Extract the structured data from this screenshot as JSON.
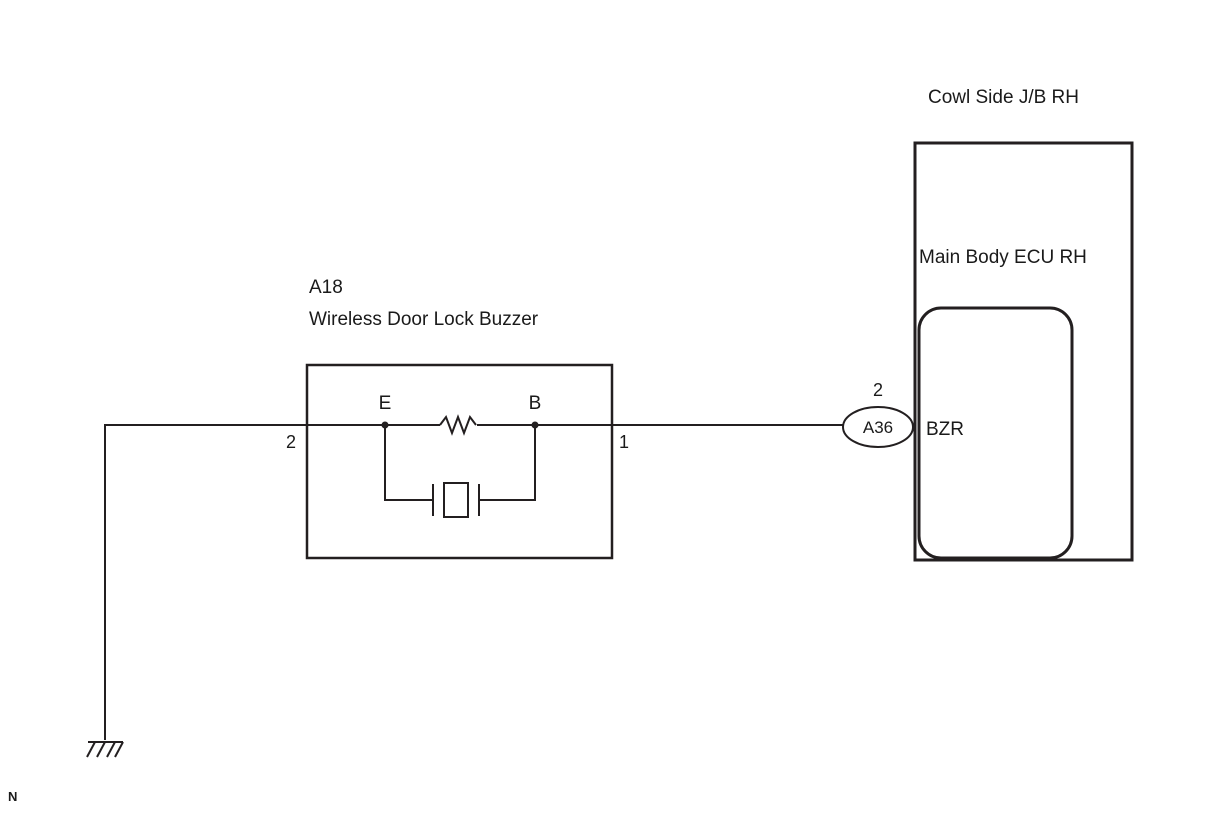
{
  "diagram": {
    "junction_block_label": "Cowl Side J/B RH",
    "ecu_label": "Main Body ECU RH",
    "ecu_pin_label": "BZR",
    "component_id": "A18",
    "component_name": "Wireless Door Lock Buzzer",
    "terminal_e": "E",
    "terminal_b": "B",
    "pin_left": "2",
    "pin_right": "1",
    "connector_pin": "2",
    "connector_id": "A36",
    "corner_mark": "N"
  },
  "colors": {
    "line": "#231f20",
    "background": "#ffffff",
    "text": "#1a1a1a"
  }
}
